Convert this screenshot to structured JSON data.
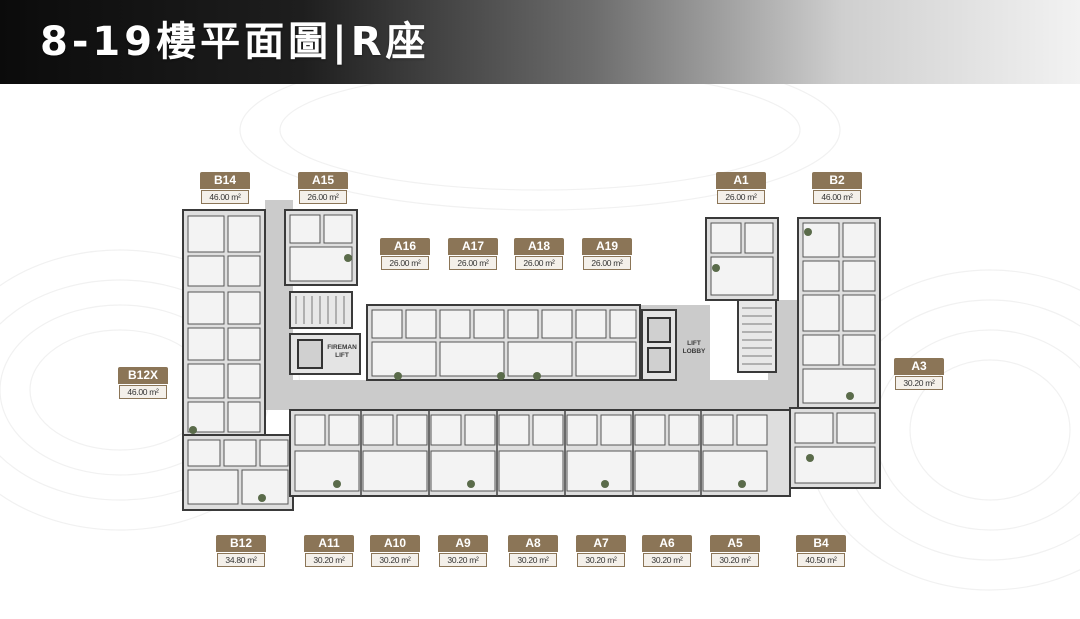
{
  "header": {
    "title": "8-19樓平面圖|R座"
  },
  "labels": {
    "fireman_lift": "FIREMAN\nLIFT",
    "lift_lobby": "LIFT\nLOBBY"
  },
  "units": {
    "B14": {
      "name": "B14",
      "area": "46.00 m²"
    },
    "A15": {
      "name": "A15",
      "area": "26.00 m²"
    },
    "A1": {
      "name": "A1",
      "area": "26.00 m²"
    },
    "B2": {
      "name": "B2",
      "area": "46.00 m²"
    },
    "A16": {
      "name": "A16",
      "area": "26.00 m²"
    },
    "A17": {
      "name": "A17",
      "area": "26.00 m²"
    },
    "A18": {
      "name": "A18",
      "area": "26.00 m²"
    },
    "A19": {
      "name": "A19",
      "area": "26.00 m²"
    },
    "B12X": {
      "name": "B12X",
      "area": "46.00 m²"
    },
    "A3": {
      "name": "A3",
      "area": "30.20 m²"
    },
    "B12": {
      "name": "B12",
      "area": "34.80 m²"
    },
    "A11": {
      "name": "A11",
      "area": "30.20 m²"
    },
    "A10": {
      "name": "A10",
      "area": "30.20 m²"
    },
    "A9": {
      "name": "A9",
      "area": "30.20 m²"
    },
    "A8": {
      "name": "A8",
      "area": "30.20 m²"
    },
    "A7": {
      "name": "A7",
      "area": "30.20 m²"
    },
    "A6": {
      "name": "A6",
      "area": "30.20 m²"
    },
    "A5": {
      "name": "A5",
      "area": "30.20 m²"
    },
    "B4": {
      "name": "B4",
      "area": "40.50 m²"
    }
  },
  "colors": {
    "accent": "#8b7557",
    "header_dark": "#0b0b0b",
    "floor": "#cfcfcf",
    "room": "#eeeeee"
  }
}
